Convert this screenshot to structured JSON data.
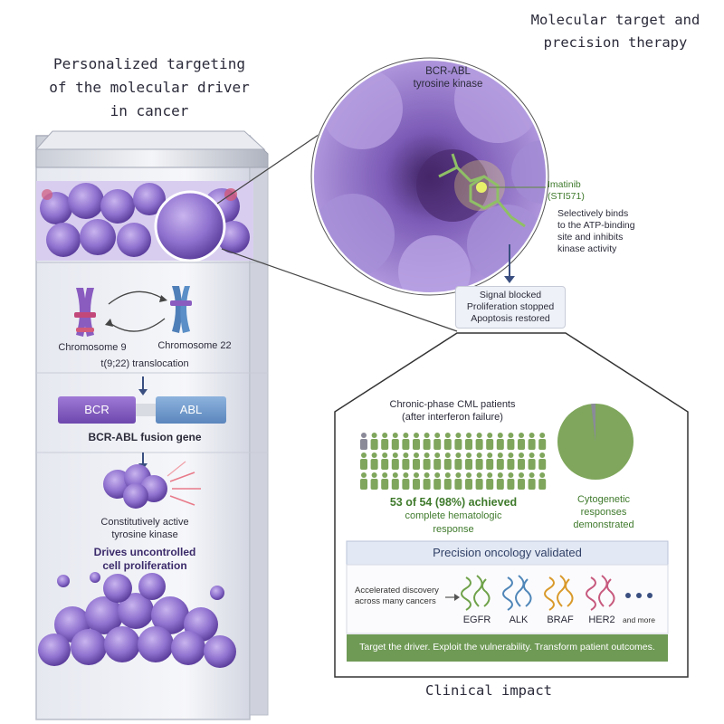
{
  "left_panel": {
    "title_lines": [
      "Personalized targeting",
      "of the molecular driver",
      "in cancer"
    ],
    "chromosome_9": "Chromosome 9",
    "chromosome_22": "Chromosome 22",
    "translocation": "t(9;22) translocation",
    "bcr": "BCR",
    "abl": "ABL",
    "fusion_gene": "BCR-ABL fusion gene",
    "kinase_label_lines": [
      "Constitutively active",
      "tyrosine kinase"
    ],
    "drives_lines": [
      "Drives uncontrolled",
      "cell proliferation"
    ]
  },
  "right_top": {
    "title_lines": [
      "Molecular target and",
      "precision therapy"
    ],
    "kinase_lines": [
      "BCR-ABL",
      "tyrosine kinase"
    ],
    "drug_lines": [
      "Imatinib",
      "(STI571)"
    ],
    "binds_lines": [
      "Selectively binds",
      "to the ATP-binding",
      "site and inhibits",
      "kinase activity"
    ],
    "signal_lines": [
      "Signal blocked",
      "Proliferation stopped",
      "Apoptosis restored"
    ]
  },
  "clinical": {
    "patients_lines": [
      "Chronic-phase CML patients",
      "(after interferon failure)"
    ],
    "result_lines": [
      "53 of 54 (98%) achieved",
      "complete hematologic",
      "response"
    ],
    "cyto_lines": [
      "Cytogenetic",
      "responses",
      "demonstrated"
    ],
    "pie": {
      "achieved": 53,
      "total": 54,
      "color_main": "#7fa65c",
      "color_rest": "#8a8a99"
    },
    "banner": "Precision oncology validated",
    "discovery_lines": [
      "Accelerated discovery",
      "across many cancers"
    ],
    "targets": [
      {
        "name": "EGFR",
        "color": "#6fa24a"
      },
      {
        "name": "ALK",
        "color": "#4f86b8"
      },
      {
        "name": "BRAF",
        "color": "#d99a2b"
      },
      {
        "name": "HER2",
        "color": "#c75a7e"
      }
    ],
    "more": "and more",
    "bottom": "Target the driver. Exploit the vulnerability. Transform patient outcomes.",
    "impact_label": "Clinical impact"
  }
}
